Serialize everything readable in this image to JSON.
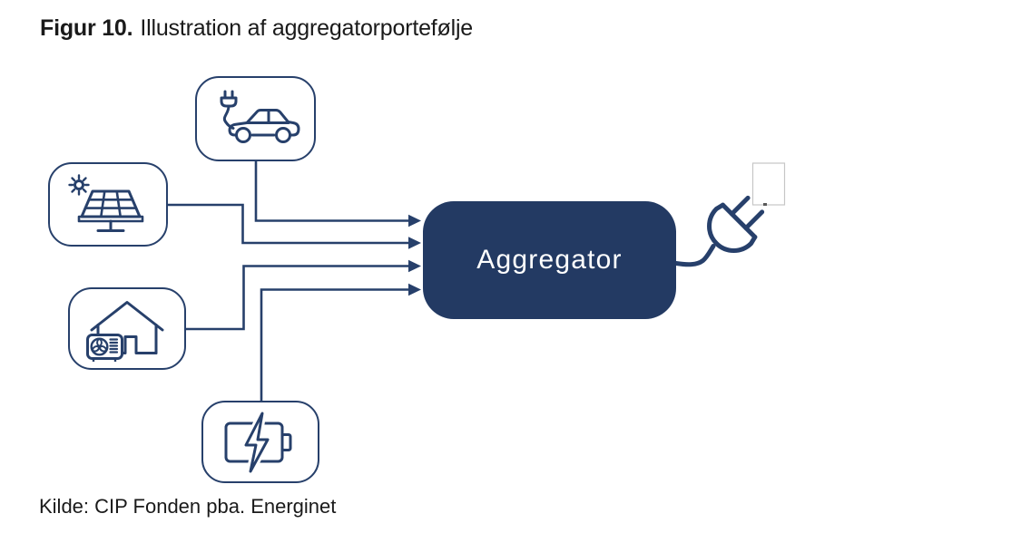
{
  "title": {
    "label": "Figur 10.",
    "caption": "Illustration af aggregatorportefølje"
  },
  "aggregator": {
    "label": "Aggregator"
  },
  "source": {
    "text": "Kilde: CIP Fonden pba. Energinet"
  },
  "colors": {
    "navy_stroke": "#27406B",
    "aggregator_fill": "#233A63",
    "text": "#1A1A1A",
    "artifact_border": "#C6C6C6",
    "background": "#FFFFFF"
  },
  "diagram": {
    "type": "flow",
    "inputs": [
      {
        "id": "electric-car",
        "icon": "electric-car-icon"
      },
      {
        "id": "solar-panel",
        "icon": "solar-panel-icon"
      },
      {
        "id": "house-heat-pump",
        "icon": "house-heat-pump-icon"
      },
      {
        "id": "battery",
        "icon": "battery-icon"
      }
    ],
    "hub": {
      "id": "aggregator",
      "label": "Aggregator"
    },
    "output": {
      "id": "power-grid",
      "icon": "power-plug-icon"
    }
  }
}
